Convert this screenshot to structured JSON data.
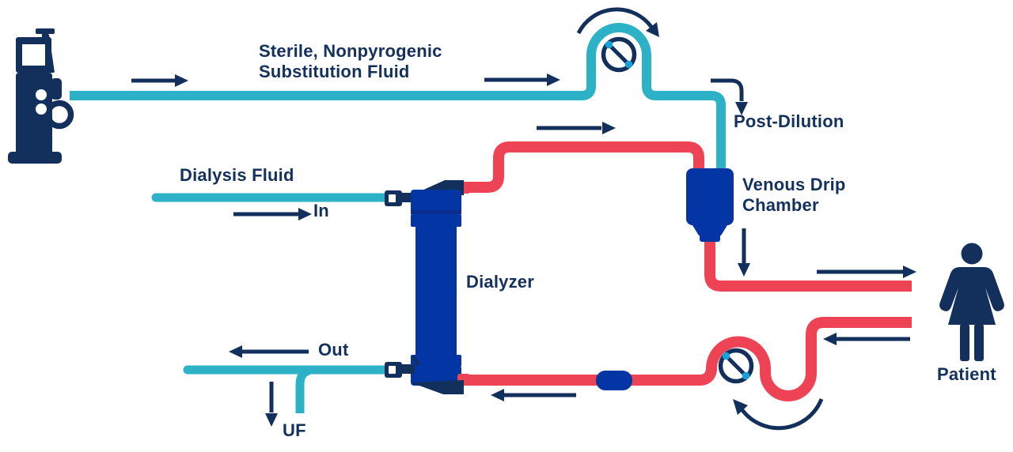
{
  "diagram": {
    "type": "hemodiafiltration-circuit",
    "labels": {
      "substitution_fluid_line1": "Sterile, Nonpyrogenic",
      "substitution_fluid_line2": "Substitution Fluid",
      "dialysis_fluid": "Dialysis Fluid",
      "dialysis_in": "In",
      "dialysis_out": "Out",
      "uf": "UF",
      "dialyzer": "Dialyzer",
      "post_dilution": "Post-Dilution",
      "venous_drip_line1": "Venous Drip",
      "venous_drip_line2": "Chamber",
      "patient": "Patient"
    },
    "colors": {
      "navy": "#13305c",
      "royal_blue": "#0435a4",
      "blood_red": "#ee4355",
      "fluid_teal": "#2cb1c6",
      "pump_roller_blue": "#18a0d9",
      "background": "#ffffff"
    },
    "icons": {
      "machine": "dialysis-machine-icon",
      "top_pump": "substitution-pump-icon",
      "bottom_pump": "blood-pump-icon",
      "venous_chamber": "venous-drip-chamber-icon",
      "dialyzer": "dialyzer-icon",
      "patient": "patient-icon",
      "flow_sensor": "inline-sensor-icon"
    }
  }
}
